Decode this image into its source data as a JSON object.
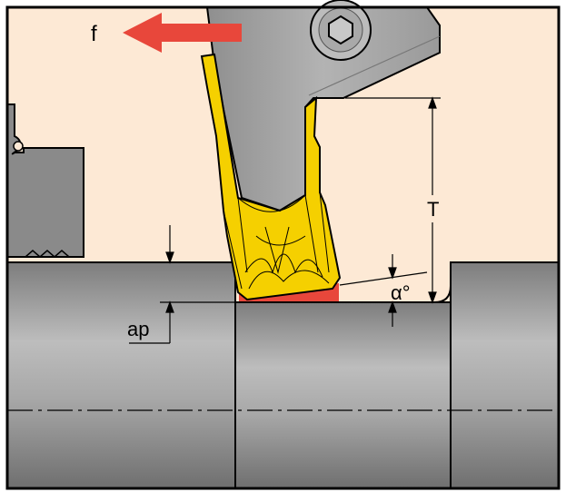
{
  "labels": {
    "feed": "f",
    "depth": "ap",
    "angle": "α°",
    "thickness": "T"
  },
  "colors": {
    "background": "#fde9d5",
    "workpiece": "#9a9a9a",
    "tool_body": "#a0a0a0",
    "insert": "#f5d000",
    "chip_area": "#e8473b",
    "feed_arrow": "#e8473b",
    "outline": "#000000"
  },
  "icons": {
    "feed_arrow": "left-arrow-icon",
    "screw": "hex-socket-screw-icon"
  }
}
